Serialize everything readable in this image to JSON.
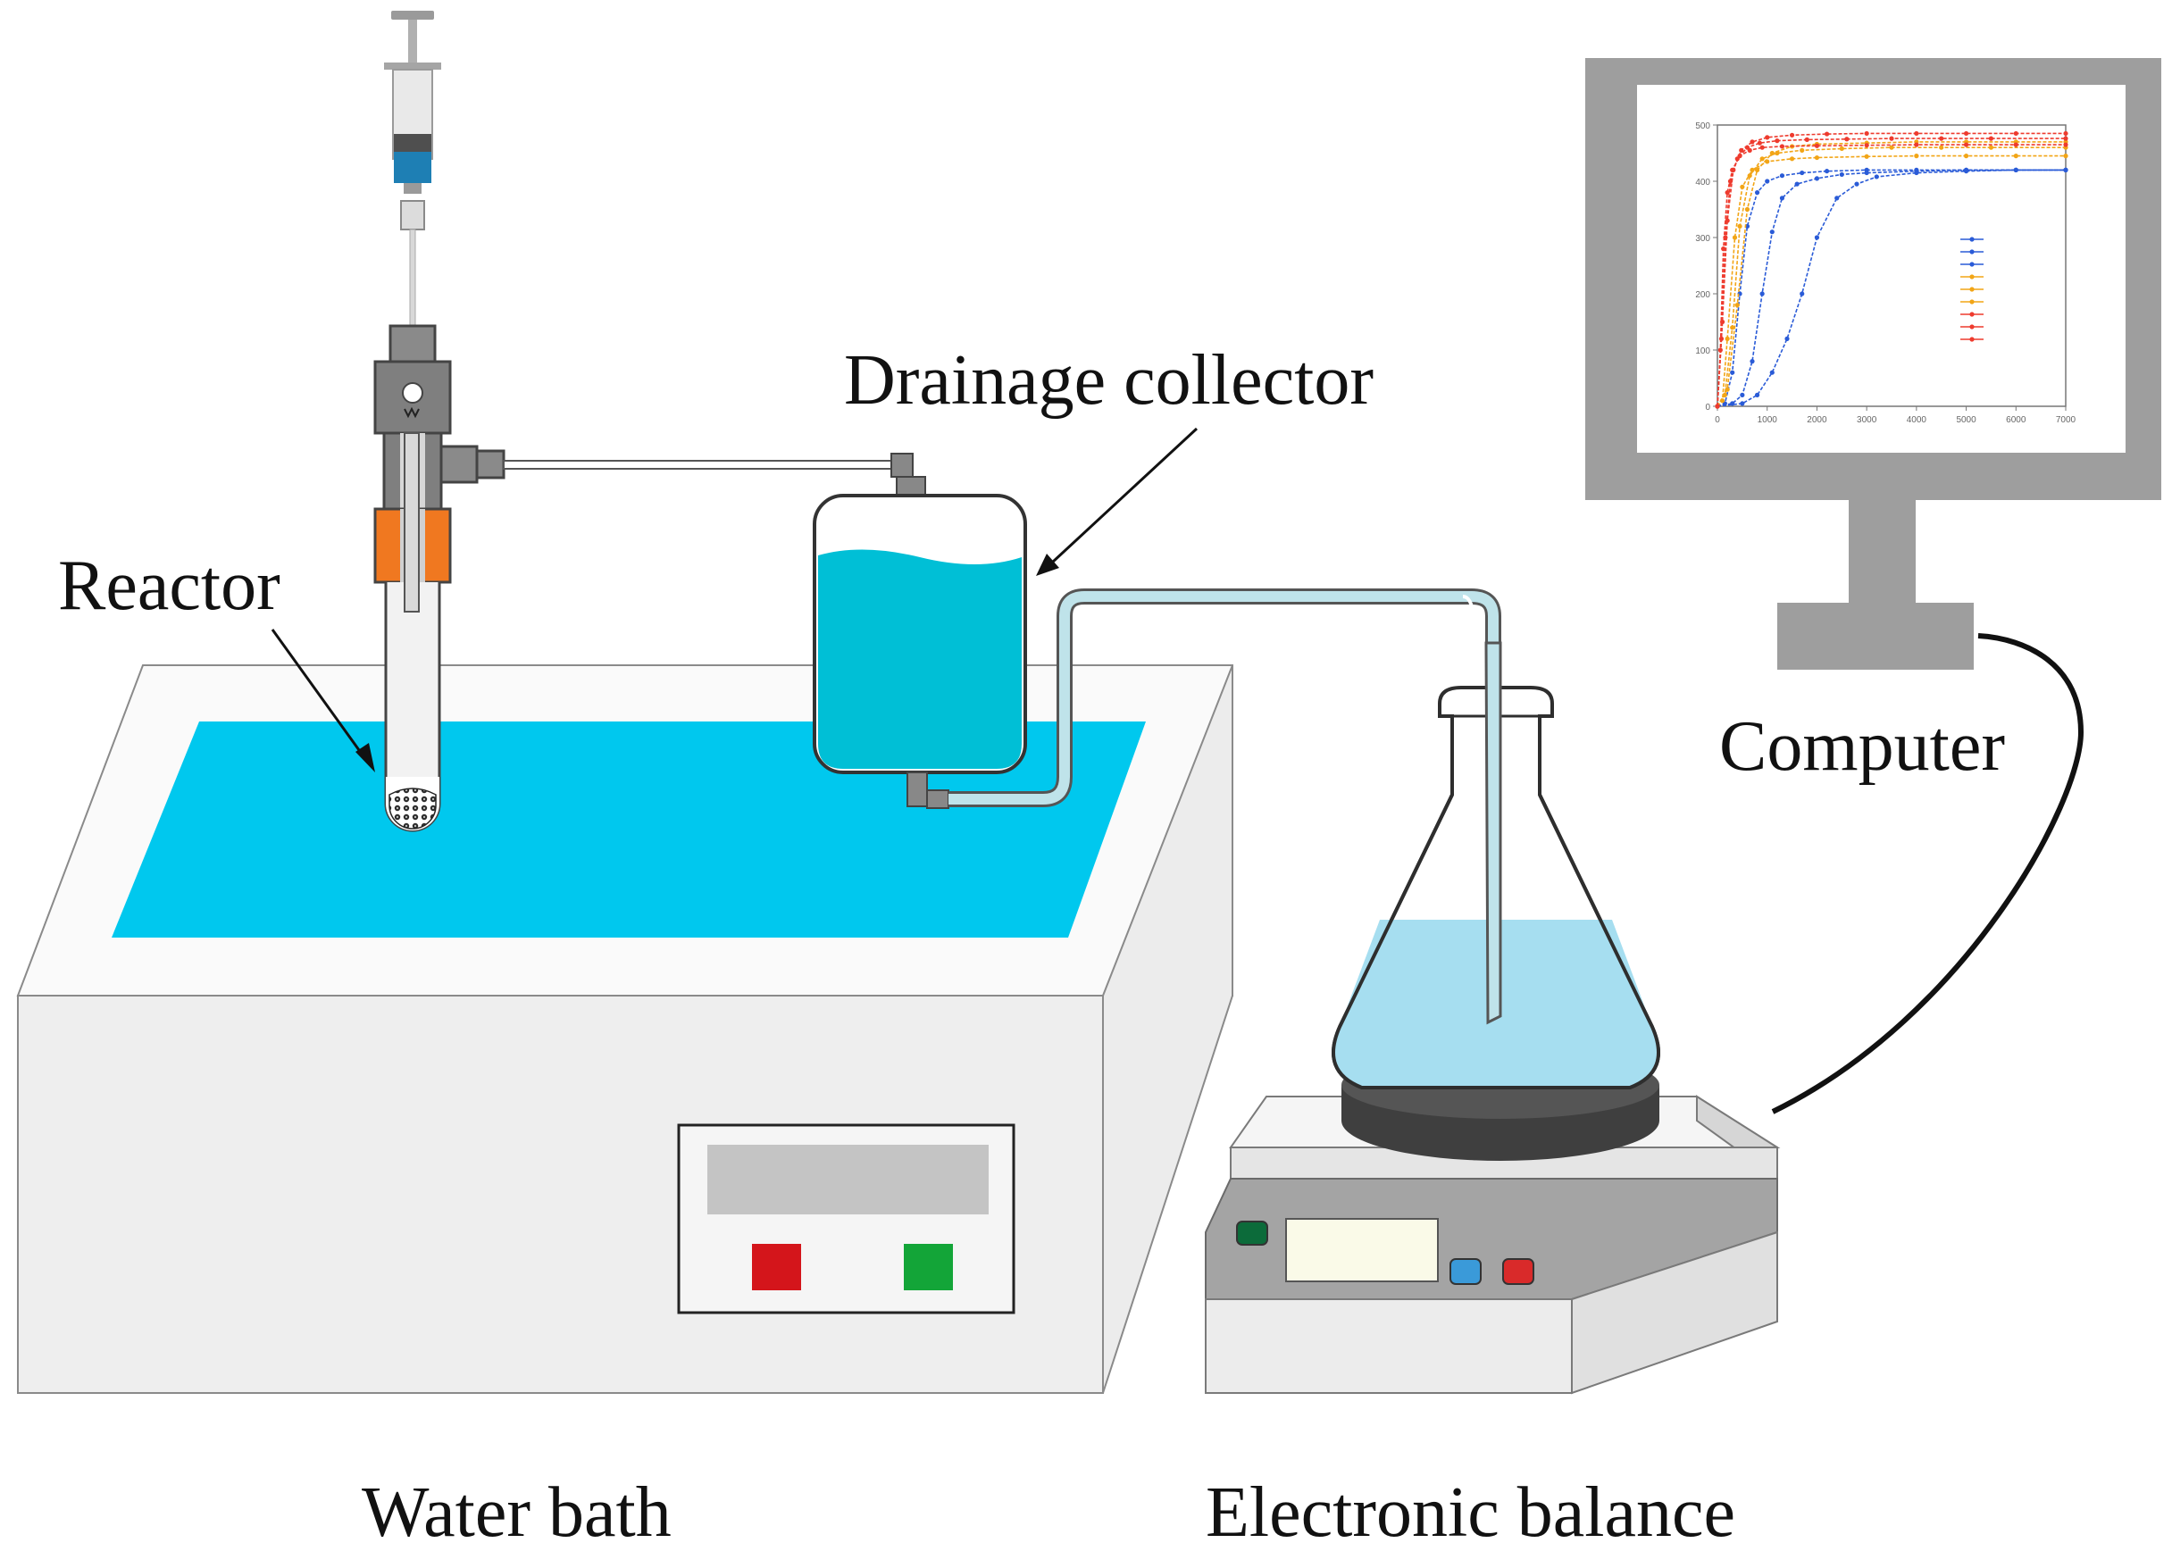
{
  "labels": {
    "reactor": "Reactor",
    "drainage_collector": "Drainage collector",
    "computer": "Computer",
    "water_bath": "Water bath",
    "electronic_balance": "Electronic balance"
  },
  "colors": {
    "bath_water": "#00c8ee",
    "collector_water": "#00bfd6",
    "flask_water": "#a6def0",
    "tube": "#bfe3ea",
    "nut_orange": "#f07820",
    "fitting_grey": "#888888",
    "bath_body": "#eeeeee",
    "bath_top": "#fafafa",
    "display_grey": "#c4c4c4",
    "button_red": "#d4151b",
    "button_green": "#13a538",
    "balance_button_blue": "#3a9ad9",
    "balance_button_red": "#d92a2a",
    "balance_button_green": "#0c6b3a",
    "monitor_frame": "#9e9e9e",
    "series_blue": "#2a5bd7",
    "series_orange": "#f2a516",
    "series_red": "#ee3b2e"
  },
  "icons": {
    "syringe": "syringe-icon",
    "water_bath": "water-bath-icon",
    "collector": "drainage-bottle-icon",
    "flask": "erlenmeyer-flask-icon",
    "balance": "scale-icon",
    "monitor": "monitor-icon"
  },
  "chart_data": {
    "type": "line",
    "xlim": [
      0,
      7000
    ],
    "ylim": [
      0,
      500
    ],
    "xticks": [
      "0",
      "1000",
      "2000",
      "3000",
      "4000",
      "5000",
      "6000",
      "7000"
    ],
    "yticks": [
      "0",
      "100",
      "200",
      "300",
      "400",
      "500"
    ],
    "series": [
      {
        "group": "blue",
        "x": [
          0,
          150,
          300,
          450,
          600,
          800,
          1000,
          1300,
          1700,
          2200,
          3000,
          4000,
          5000,
          6000,
          7000
        ],
        "y": [
          0,
          5,
          60,
          200,
          320,
          380,
          400,
          410,
          415,
          418,
          420,
          420,
          420,
          420,
          420
        ]
      },
      {
        "group": "blue",
        "x": [
          0,
          300,
          500,
          700,
          900,
          1100,
          1300,
          1600,
          2000,
          2500,
          3000,
          4000,
          5000,
          6000,
          7000
        ],
        "y": [
          0,
          5,
          20,
          80,
          200,
          310,
          370,
          395,
          405,
          412,
          415,
          418,
          420,
          420,
          420
        ]
      },
      {
        "group": "blue",
        "x": [
          0,
          500,
          800,
          1100,
          1400,
          1700,
          2000,
          2400,
          2800,
          3200,
          4000,
          5000,
          6000,
          7000
        ],
        "y": [
          0,
          5,
          20,
          60,
          120,
          200,
          300,
          370,
          395,
          408,
          415,
          418,
          420,
          420
        ]
      },
      {
        "group": "orange",
        "x": [
          0,
          100,
          200,
          350,
          500,
          700,
          1000,
          1500,
          2000,
          3000,
          4000,
          5000,
          6000,
          7000
        ],
        "y": [
          0,
          10,
          120,
          300,
          390,
          420,
          435,
          440,
          442,
          444,
          445,
          445,
          445,
          445
        ]
      },
      {
        "group": "orange",
        "x": [
          0,
          150,
          300,
          450,
          650,
          900,
          1200,
          1700,
          2500,
          3500,
          4500,
          5500,
          7000
        ],
        "y": [
          0,
          20,
          140,
          320,
          410,
          440,
          450,
          455,
          458,
          460,
          460,
          460,
          460
        ]
      },
      {
        "group": "orange",
        "x": [
          0,
          200,
          400,
          600,
          800,
          1100,
          1500,
          2000,
          3000,
          4000,
          5000,
          6000,
          7000
        ],
        "y": [
          0,
          30,
          180,
          350,
          420,
          450,
          462,
          466,
          468,
          470,
          470,
          470,
          470
        ]
      },
      {
        "group": "red",
        "x": [
          0,
          60,
          120,
          200,
          300,
          450,
          650,
          900,
          1300,
          2000,
          3000,
          4000,
          5000,
          6000,
          7000
        ],
        "y": [
          0,
          100,
          280,
          380,
          420,
          445,
          455,
          460,
          462,
          463,
          464,
          465,
          465,
          465,
          465
        ]
      },
      {
        "group": "red",
        "x": [
          0,
          80,
          160,
          260,
          400,
          600,
          850,
          1200,
          1800,
          2600,
          3500,
          4500,
          5500,
          7000
        ],
        "y": [
          0,
          120,
          300,
          400,
          440,
          460,
          468,
          472,
          474,
          475,
          476,
          476,
          476,
          476
        ]
      },
      {
        "group": "red",
        "x": [
          0,
          100,
          200,
          320,
          480,
          700,
          1000,
          1500,
          2200,
          3000,
          4000,
          5000,
          6000,
          7000
        ],
        "y": [
          0,
          150,
          330,
          420,
          455,
          470,
          478,
          482,
          484,
          485,
          485,
          485,
          485,
          485
        ]
      }
    ]
  }
}
